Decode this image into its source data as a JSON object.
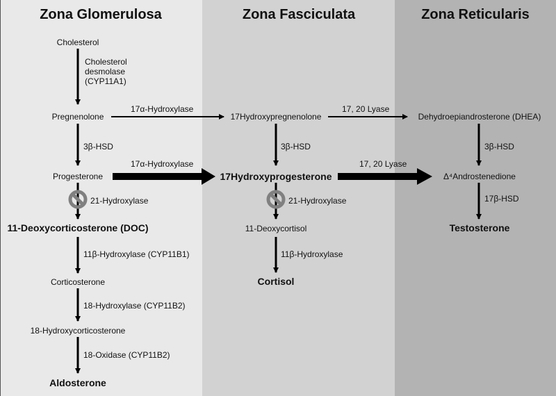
{
  "zones": {
    "glomerulosa": "Zona Glomerulosa",
    "fasciculata": "Zona Fasciculata",
    "reticularis": "Zona Reticularis"
  },
  "nodes": {
    "cholesterol": "Cholesterol",
    "pregnenolone": "Pregnenolone",
    "progesterone": "Progesterone",
    "doc": "11-Deoxycorticosterone (DOC)",
    "corticosterone": "Corticosterone",
    "hydroxycorticosterone18": "18-Hydroxycorticosterone",
    "aldosterone": "Aldosterone",
    "hydroxypregnenolone17": "17Hydroxypregnenolone",
    "hydroxyprogesterone17": "17Hydroxyprogesterone",
    "deoxycortisol11": "11-Deoxycortisol",
    "cortisol": "Cortisol",
    "dhea": "Dehydroepiandrosterone (DHEA)",
    "androstenedione": "Δ⁴Androstenedione",
    "testosterone": "Testosterone"
  },
  "enzymes": {
    "desmolase": "Cholesterol\ndesmolase\n(CYP11A1)",
    "hsd3b_1": "3β-HSD",
    "hydroxylase21_1": "21-Hydroxylase",
    "hydroxylase11b_cyp": "11β-Hydroxylase (CYP11B1)",
    "hydroxylase18": "18-Hydroxylase (CYP11B2)",
    "oxidase18": "18-Oxidase (CYP11B2)",
    "hydroxylase17a_1": "17α-Hydroxylase",
    "hydroxylase17a_2": "17α-Hydroxylase",
    "hsd3b_2": "3β-HSD",
    "hydroxylase21_2": "21-Hydroxylase",
    "hydroxylase11b": "11β-Hydroxylase",
    "lyase_1": "17, 20 Lyase",
    "lyase_2": "17, 20 Lyase",
    "hsd3b_3": "3β-HSD",
    "hsd17b": "17β-HSD"
  },
  "colors": {
    "zone1": "#e9e9e9",
    "zone2": "#d2d2d2",
    "zone3": "#b3b3b3",
    "arrow": "#000000",
    "block_symbol": "#808080"
  },
  "icons": {
    "block": "prohibition-icon"
  }
}
